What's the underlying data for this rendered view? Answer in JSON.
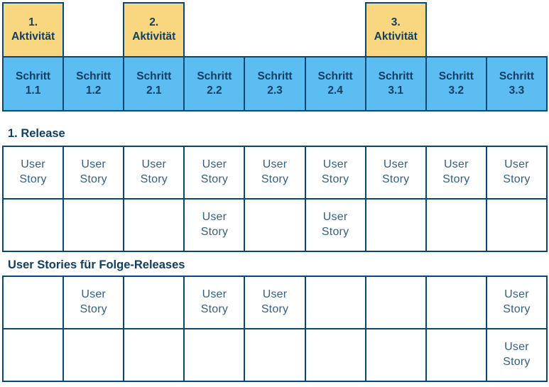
{
  "palette": {
    "activity_fill": "#F8D780",
    "step_fill": "#5CBDF2",
    "grid_border": "#07486E",
    "dark_text": "#123E61",
    "story_text": "#336086"
  },
  "story_map": {
    "activities": [
      "1. Aktivität",
      "",
      "2. Aktivität",
      "",
      "",
      "",
      "3. Aktivität",
      "",
      ""
    ],
    "steps": [
      "Schritt 1.1",
      "Schritt 1.2",
      "Schritt 2.1",
      "Schritt 2.2",
      "Schritt 2.3",
      "Schritt 2.4",
      "Schritt 3.1",
      "Schritt 3.2",
      "Schritt 3.3"
    ]
  },
  "release_section": {
    "heading": "1. Release",
    "rows": [
      [
        "User Story",
        "User Story",
        "User Story",
        "User Story",
        "User Story",
        "User Story",
        "User Story",
        "User Story",
        "User Story"
      ],
      [
        "",
        "",
        "",
        "User Story",
        "",
        "User Story",
        "",
        "",
        ""
      ]
    ]
  },
  "backlog_section": {
    "heading": "User Stories für Folge-Releases",
    "rows": [
      [
        "",
        "User Story",
        "",
        "User Story",
        "User Story",
        "",
        "",
        "",
        "User Story"
      ],
      [
        "",
        "",
        "",
        "",
        "",
        "",
        "",
        "",
        "User Story"
      ]
    ]
  }
}
